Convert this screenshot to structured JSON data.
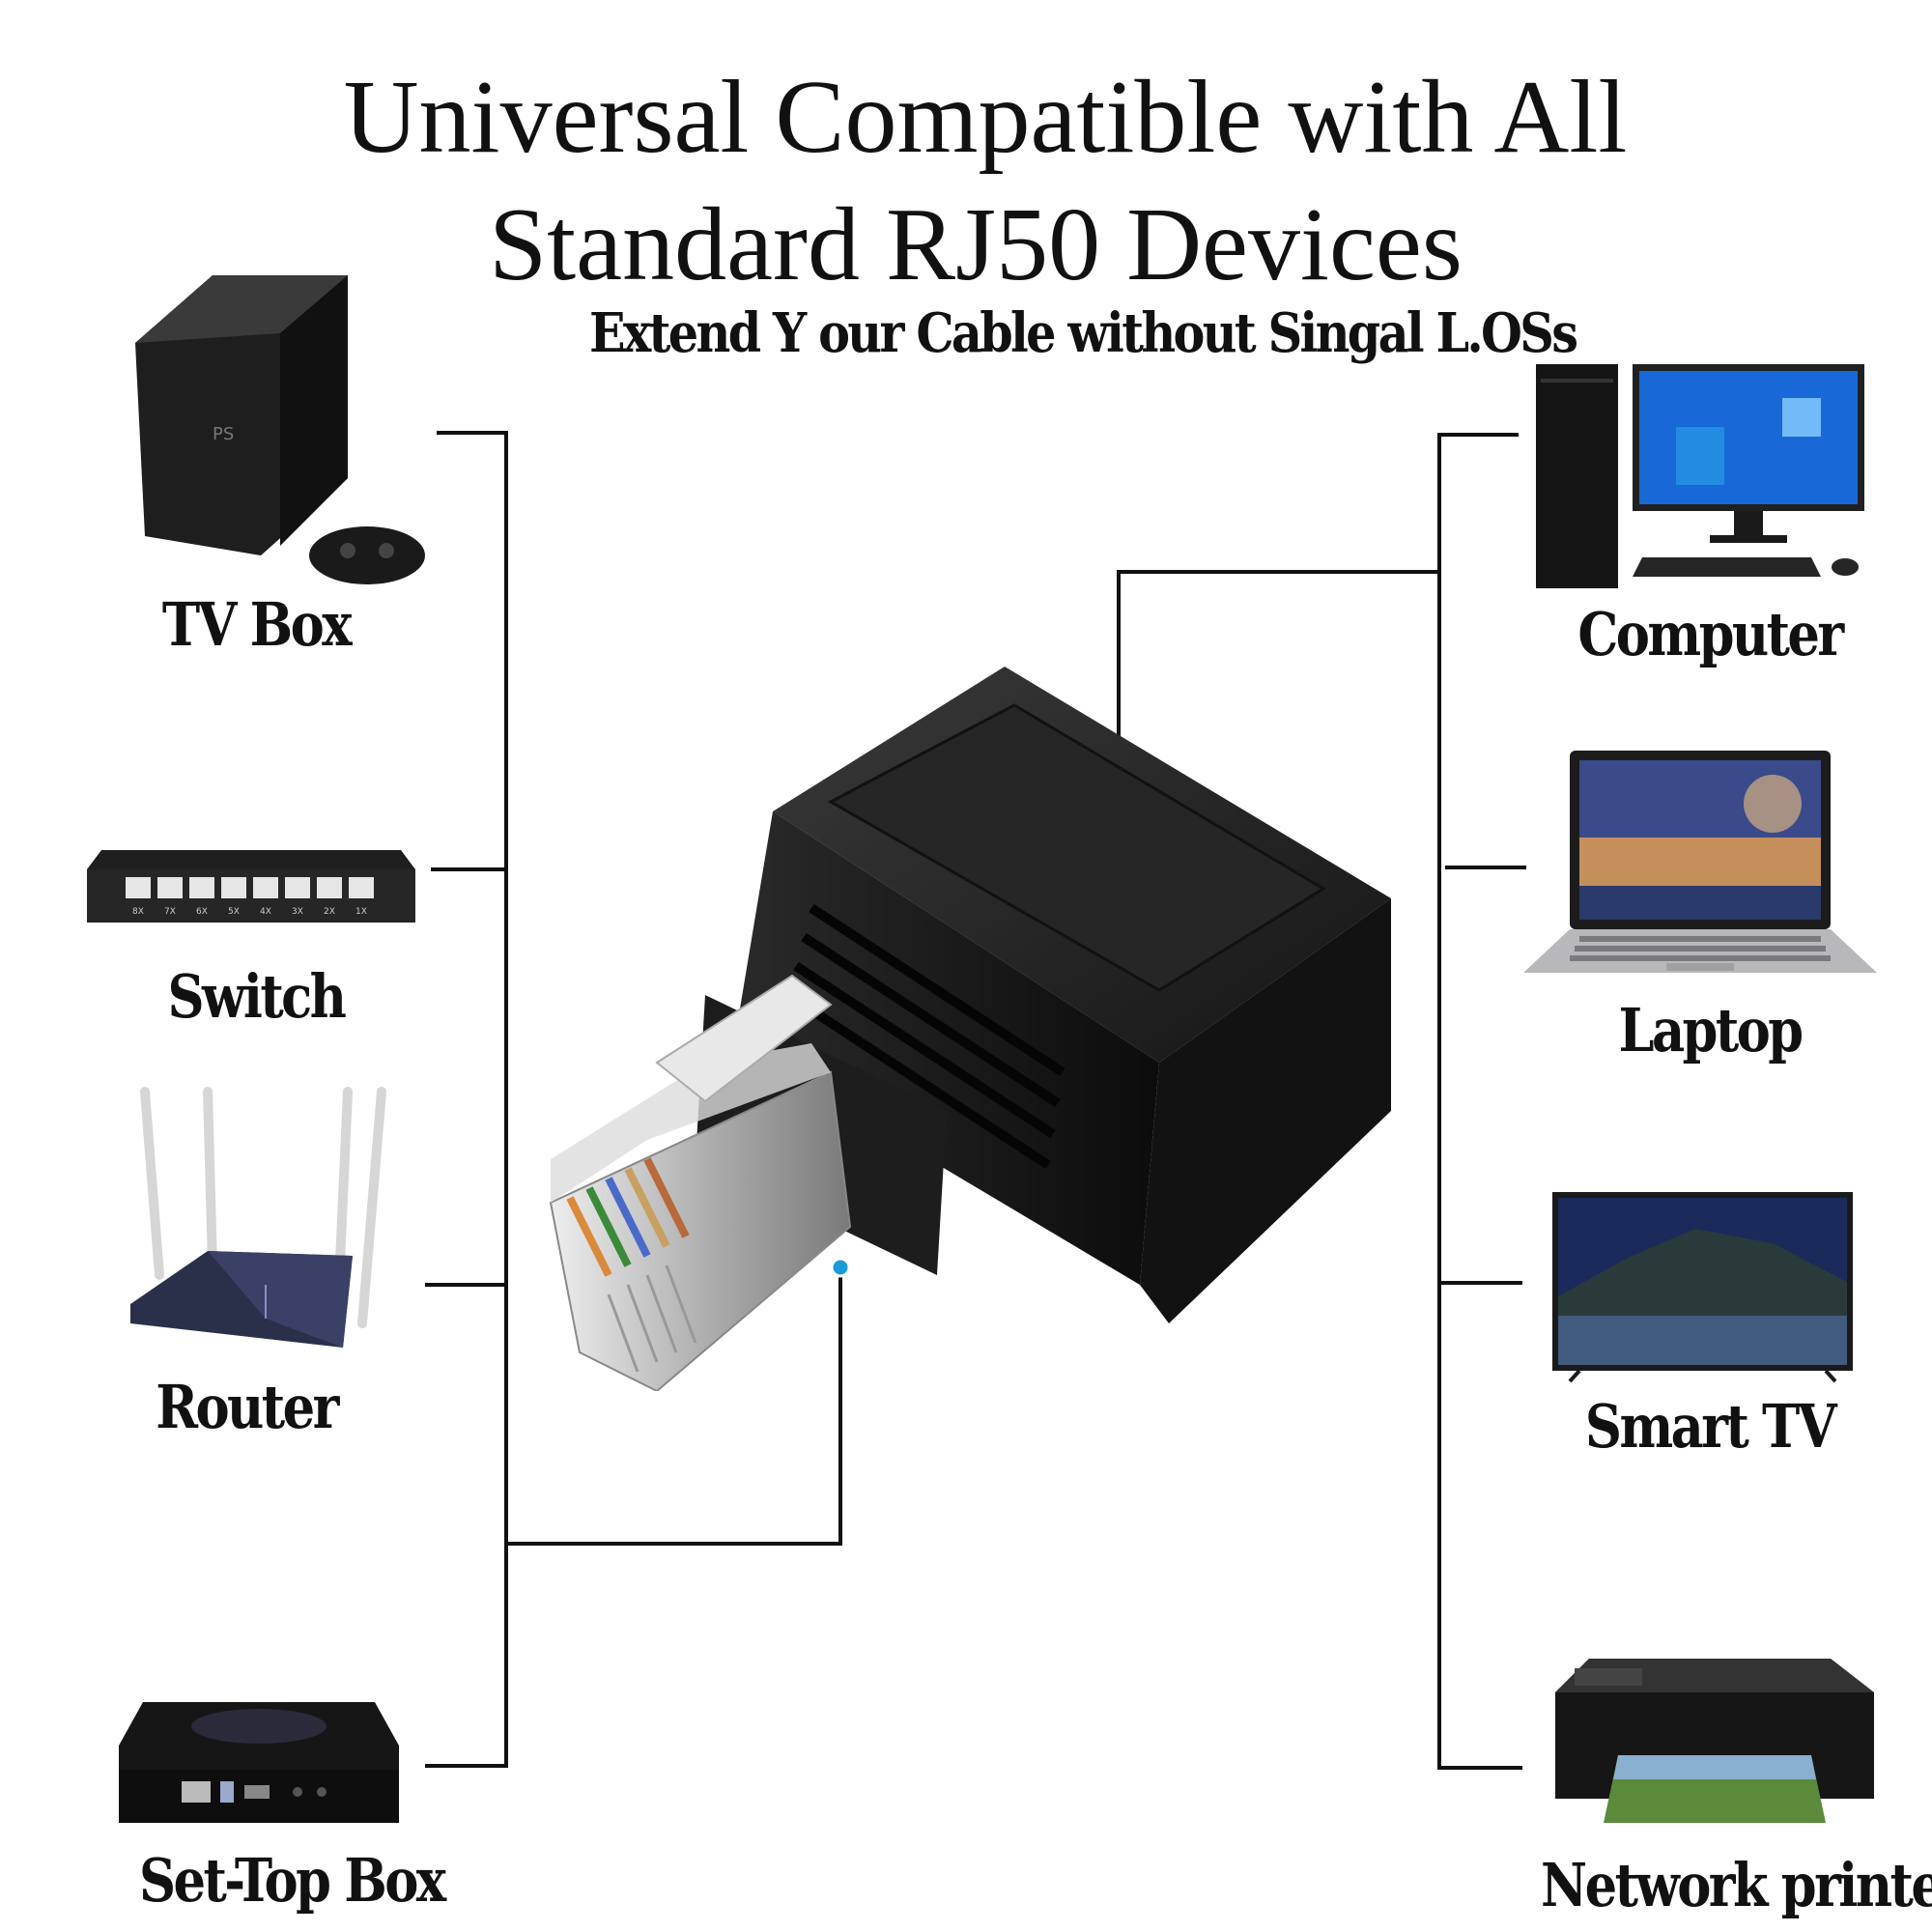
{
  "title": {
    "line1": "Universal Compatible with All",
    "line2": "Standard RJ50 Devices"
  },
  "subtitle": "Extend Y our Cable without Singal L.OSs",
  "devices_left": [
    {
      "id": "tv-box",
      "label": "TV Box"
    },
    {
      "id": "switch",
      "label": "Switch"
    },
    {
      "id": "router",
      "label": "Router"
    },
    {
      "id": "set-top-box",
      "label": "Set-Top Box"
    }
  ],
  "devices_right": [
    {
      "id": "computer",
      "label": "Computer"
    },
    {
      "id": "laptop",
      "label": "Laptop"
    },
    {
      "id": "smart-tv",
      "label": "Smart TV"
    },
    {
      "id": "network-printers",
      "label": "Network printers"
    }
  ],
  "colors": {
    "line": "#111111",
    "dot": "#1a9ad6",
    "device": "#1c1c1c"
  },
  "switch_ports": [
    "8X",
    "7X",
    "6X",
    "5X",
    "4X",
    "3X",
    "2X",
    "1X"
  ]
}
